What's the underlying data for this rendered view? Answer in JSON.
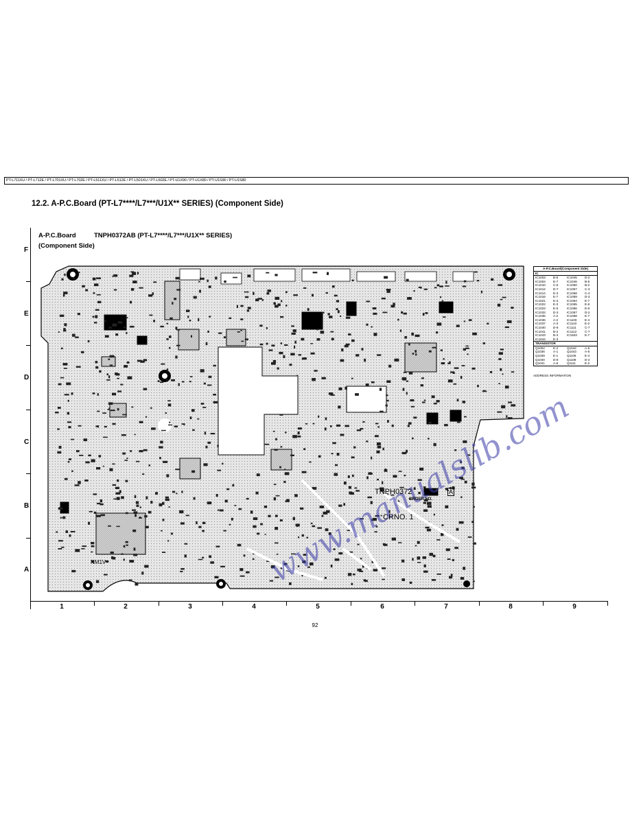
{
  "header": {
    "models": "PT-L711XU / PT-L712E / PT-L701XU / PT-L702E / PT-L511XU / PT-L512E / PT-L501XU / PT-L502E / PT-U1X90 / PT-U1X80 / PT-U1S90 / PT-U1S80"
  },
  "section_title": "12.2.   A-P.C.Board (PT-L7****/L7***/U1X** SERIES) (Component Side)",
  "board_title": {
    "name": "A-P.C.Board",
    "code": "TNPH0372AB (PT-L7****/L7***/U1X** SERIES)",
    "side": "(Component Side)"
  },
  "grid": {
    "rows": [
      "F",
      "E",
      "D",
      "C",
      "B",
      "A"
    ],
    "columns": [
      "1",
      "2",
      "3",
      "4",
      "5",
      "6",
      "7",
      "8",
      "9"
    ]
  },
  "silkscreen": {
    "part_no": "TNPH0372",
    "rev": "A",
    "order": "ORDER NO.",
    "crno": "CRNO. 1",
    "ul": "NM1V"
  },
  "address_table": {
    "title": "A-P.C.Board(Component Side)",
    "ic_label": "IC",
    "ic_rows": [
      [
        "IC1003",
        "B-5",
        "IC1045",
        "D-2"
      ],
      [
        "IC1004",
        "E-7",
        "IC1046",
        "B-5"
      ],
      [
        "IC1010",
        "C-6",
        "IC1050",
        "B-2"
      ],
      [
        "IC1012",
        "D-7",
        "IC1057",
        "C-3"
      ],
      [
        "IC1014",
        "E-3",
        "IC1058",
        "C-4"
      ],
      [
        "IC1016",
        "E-7",
        "IC1059",
        "D-3"
      ],
      [
        "IC1021",
        "E-3",
        "IC1064",
        "E-7"
      ],
      [
        "IC1022",
        "E-3",
        "IC1065",
        "E-6"
      ],
      [
        "IC1023",
        "E-5",
        "IC1066",
        "E-6"
      ],
      [
        "IC1033",
        "D-3",
        "IC1067",
        "D-2"
      ],
      [
        "IC1035",
        "A-2",
        "IC1068",
        "E-7"
      ],
      [
        "IC1036",
        "A-2",
        "IC1100",
        "E-4"
      ],
      [
        "IC1037",
        "A-3",
        "IC1110",
        "E-2"
      ],
      [
        "IC1040",
        "D-6",
        "IC1111",
        "C-7"
      ],
      [
        "IC1041",
        "B-2",
        "IC1112",
        "C-7"
      ],
      [
        "IC1043",
        "B-3",
        "IC1503",
        "E-7"
      ],
      [
        "IC1044",
        "E-3",
        "",
        ""
      ]
    ],
    "transistor_label": "TRANSISTOR",
    "tr_rows": [
      [
        "Q1002",
        "E-2",
        "Q1042",
        "A-5"
      ],
      [
        "Q1036",
        "A-1",
        "Q1043",
        "A-5"
      ],
      [
        "Q1039",
        "E-1",
        "Q1106",
        "E-4"
      ],
      [
        "Q1040",
        "D-8",
        "Q1108",
        "D-2"
      ],
      [
        "Q1041",
        "A-6",
        "Q1111",
        "E-2"
      ]
    ],
    "footer": "ADDRESS INFORMATION"
  },
  "page_number": "92",
  "colors": {
    "ink": "#000000",
    "board": "#d9d9d9",
    "watermark": "#3a3aa8"
  }
}
